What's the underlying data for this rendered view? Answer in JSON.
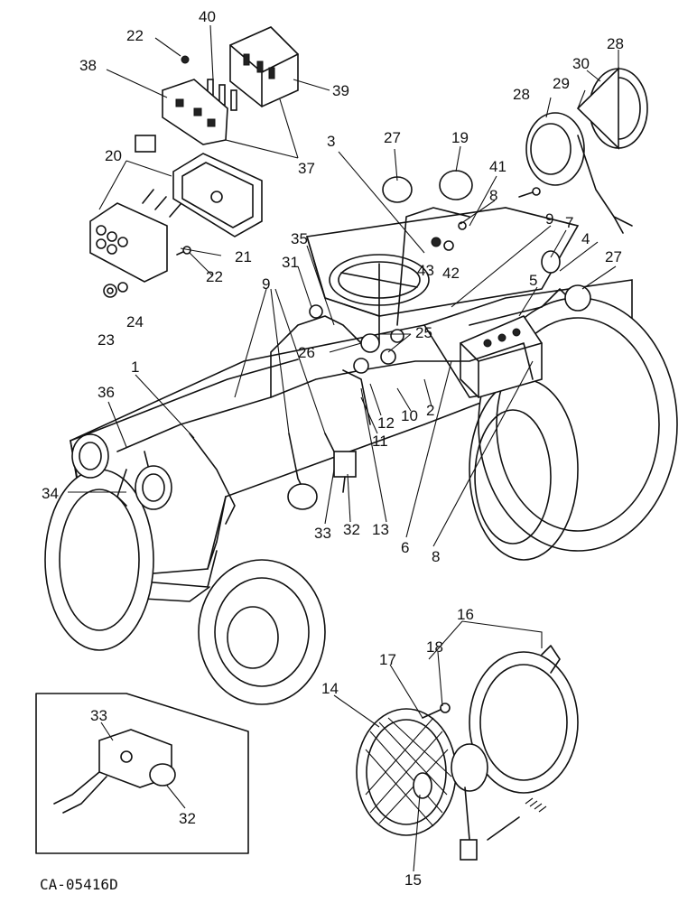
{
  "drawing_code": "CA-05416D",
  "callouts": {
    "c40": "40",
    "c22a": "22",
    "c38": "38",
    "c39": "39",
    "c37": "37",
    "c20": "20",
    "c21": "21",
    "c22b": "22",
    "c24": "24",
    "c23": "23",
    "c3": "3",
    "c27a": "27",
    "c19": "19",
    "c41": "41",
    "c8a": "8",
    "c43": "43",
    "c42": "42",
    "c28a": "28",
    "c28b": "28",
    "c29": "29",
    "c30": "30",
    "c9a": "9",
    "c7": "7",
    "c4": "4",
    "c27b": "27",
    "c5": "5",
    "c35": "35",
    "c31": "31",
    "c9b": "9",
    "c25": "25",
    "c26": "26",
    "c1": "1",
    "c36": "36",
    "c12": "12",
    "c10": "10",
    "c2": "2",
    "c11": "11",
    "c34": "34",
    "c33a": "33",
    "c32a": "32",
    "c13": "13",
    "c6": "6",
    "c8b": "8",
    "c16": "16",
    "c18": "18",
    "c17": "17",
    "c14": "14",
    "c15": "15",
    "c33b": "33",
    "c32b": "32"
  }
}
